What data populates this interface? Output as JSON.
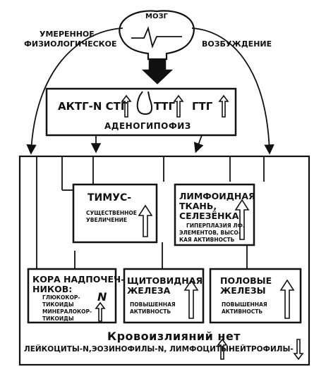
{
  "top": {
    "brain_label": "МОЗГ",
    "left_label_line1": "УМЕРЕННОЕ",
    "left_label_line2": "ФИЗИОЛОГИЧЕСКОЕ",
    "right_label": "ВОЗБУЖДЕНИЕ"
  },
  "pituitary": {
    "hormones_a": "АКТГ-N СТГ",
    "hormones_b": "ТТГ",
    "hormones_c": "ГТГ",
    "title": "АДЕНОГИПОФИЗ"
  },
  "thymus": {
    "title": "ТИМУС-",
    "line1": "СУЩЕСТВЕННОЕ",
    "line2": "УВЕЛИЧЕНИЕ"
  },
  "lymph": {
    "title1": "ЛИМФОИДНАЯ",
    "title2": "ТКАНЬ,",
    "title3": "СЕЛЕЗЁНКА",
    "line1": "ГИПЕРПЛАЗИЯ ЛФ.",
    "line2": "ЭЛЕМЕНТОВ, ВЫСО-",
    "line3": "КАЯ АКТИВНОСТЬ"
  },
  "adrenal": {
    "title1": "КОРА НАДПОЧЕЧ-",
    "title2": "НИКОВ:",
    "line1": "ГЛЮКОКОР-",
    "line2": "ТИКОИДЫ",
    "n": "N",
    "line3": "МИНЕРАЛОКОР-",
    "line4": "ТИКОИДЫ"
  },
  "thyroid": {
    "title1": "ЩИТОВИДНАЯ",
    "title2": "ЖЕЛЕЗА",
    "line1": "ПОВЫШЕННАЯ",
    "line2": "АКТИВНОСТЬ"
  },
  "gonads": {
    "title1": "ПОЛОВЫЕ",
    "title2": "ЖЕЛЕЗЫ",
    "line1": "ПОВЫШЕННАЯ",
    "line2": "АКТИВНОСТЬ"
  },
  "bottom": {
    "hemorrhage": "Кровоизлияний нет",
    "blood_a": "ЛЕЙКОЦИТЫ-N,ЭОЗИНОФИЛЫ-N, ЛИМФОЦИТЫ-",
    "blood_b": "НЕЙТРОФИЛЫ-"
  }
}
